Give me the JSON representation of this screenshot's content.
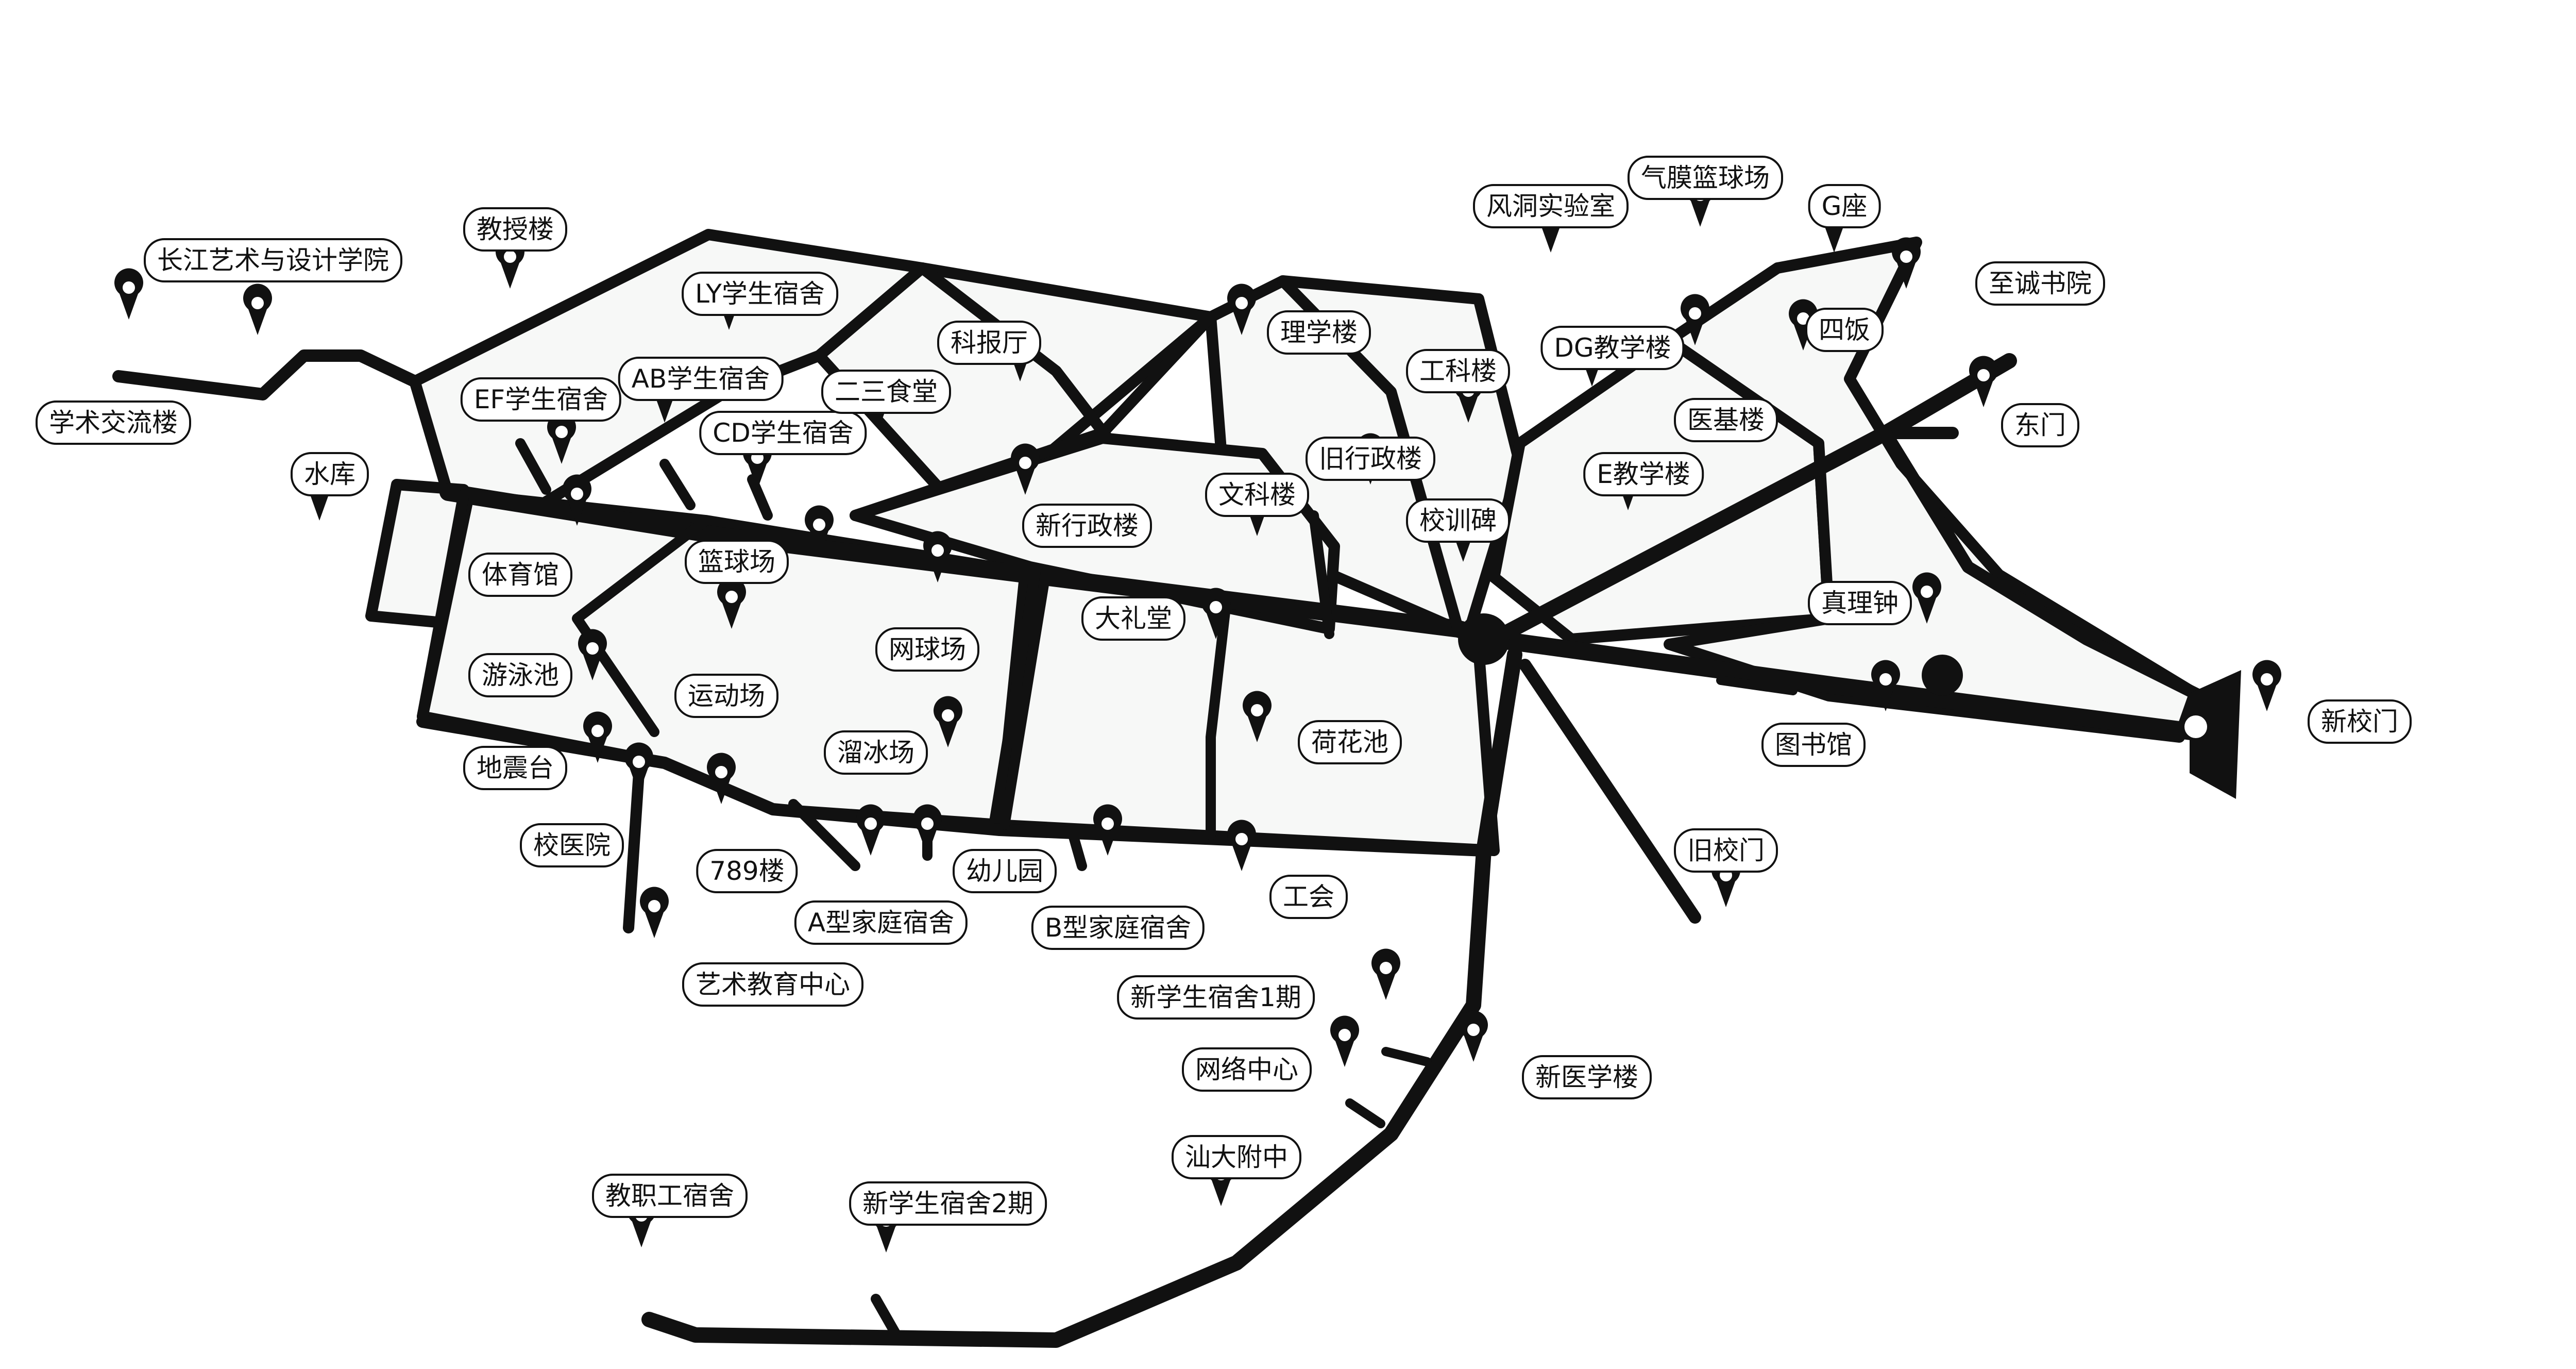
{
  "map": {
    "colors": {
      "road": "#111111",
      "block": "#f7f8f7",
      "label_bg": "#ffffff",
      "label_border": "#111111",
      "pin": "#111111"
    },
    "pin_icon": "map-pin-icon",
    "compass_icon": "circle-end-icon",
    "places": [
      {
        "id": "xsjll",
        "name": "学术交流楼"
      },
      {
        "id": "cjys",
        "name": "长江艺术与设计学院"
      },
      {
        "id": "jsl",
        "name": "教授楼"
      },
      {
        "id": "ly",
        "name": "LY学生宿舍"
      },
      {
        "id": "ab",
        "name": "AB学生宿舍"
      },
      {
        "id": "ef",
        "name": "EF学生宿舍"
      },
      {
        "id": "cd",
        "name": "CD学生宿舍"
      },
      {
        "id": "sk",
        "name": "水库"
      },
      {
        "id": "ty",
        "name": "体育馆"
      },
      {
        "id": "yyc",
        "name": "游泳池"
      },
      {
        "id": "zhen",
        "name": "地震台"
      },
      {
        "id": "xyy",
        "name": "校医院"
      },
      {
        "id": "lq",
        "name": "篮球场"
      },
      {
        "id": "ydc",
        "name": "运动场"
      },
      {
        "id": "wq",
        "name": "网球场"
      },
      {
        "id": "lb",
        "name": "溜冰场"
      },
      {
        "id": "789",
        "name": "789楼"
      },
      {
        "id": "ajt",
        "name": "A型家庭宿舍"
      },
      {
        "id": "yey",
        "name": "幼儿园"
      },
      {
        "id": "bjt",
        "name": "B型家庭宿舍"
      },
      {
        "id": "ysjy",
        "name": "艺术教育中心"
      },
      {
        "id": "kbt",
        "name": "科报厅"
      },
      {
        "id": "ers",
        "name": "二三食堂"
      },
      {
        "id": "xxz",
        "name": "新行政楼"
      },
      {
        "id": "lxl",
        "name": "理学楼"
      },
      {
        "id": "wkl",
        "name": "文科楼"
      },
      {
        "id": "jxz",
        "name": "旧行政楼"
      },
      {
        "id": "gkl",
        "name": "工科楼"
      },
      {
        "id": "dlt",
        "name": "大礼堂"
      },
      {
        "id": "hhc",
        "name": "荷花池"
      },
      {
        "id": "gh",
        "name": "工会"
      },
      {
        "id": "xxb",
        "name": "校训碑"
      },
      {
        "id": "fd",
        "name": "风洞实验室"
      },
      {
        "id": "qm",
        "name": "气膜篮球场"
      },
      {
        "id": "gz",
        "name": "G座"
      },
      {
        "id": "zc",
        "name": "至诚书院"
      },
      {
        "id": "sf",
        "name": "四饭"
      },
      {
        "id": "dg",
        "name": "DG教学楼"
      },
      {
        "id": "yj",
        "name": "医基楼"
      },
      {
        "id": "dm",
        "name": "东门"
      },
      {
        "id": "ej",
        "name": "E教学楼"
      },
      {
        "id": "zlz",
        "name": "真理钟"
      },
      {
        "id": "tsg",
        "name": "图书馆"
      },
      {
        "id": "xxm",
        "name": "新校门"
      },
      {
        "id": "jxm",
        "name": "旧校门"
      },
      {
        "id": "xs1",
        "name": "新学生宿舍1期"
      },
      {
        "id": "wl",
        "name": "网络中心"
      },
      {
        "id": "xyx",
        "name": "新医学楼"
      },
      {
        "id": "sd",
        "name": "汕大附中"
      },
      {
        "id": "jzg",
        "name": "教职工宿舍"
      },
      {
        "id": "xs2",
        "name": "新学生宿舍2期"
      }
    ]
  }
}
